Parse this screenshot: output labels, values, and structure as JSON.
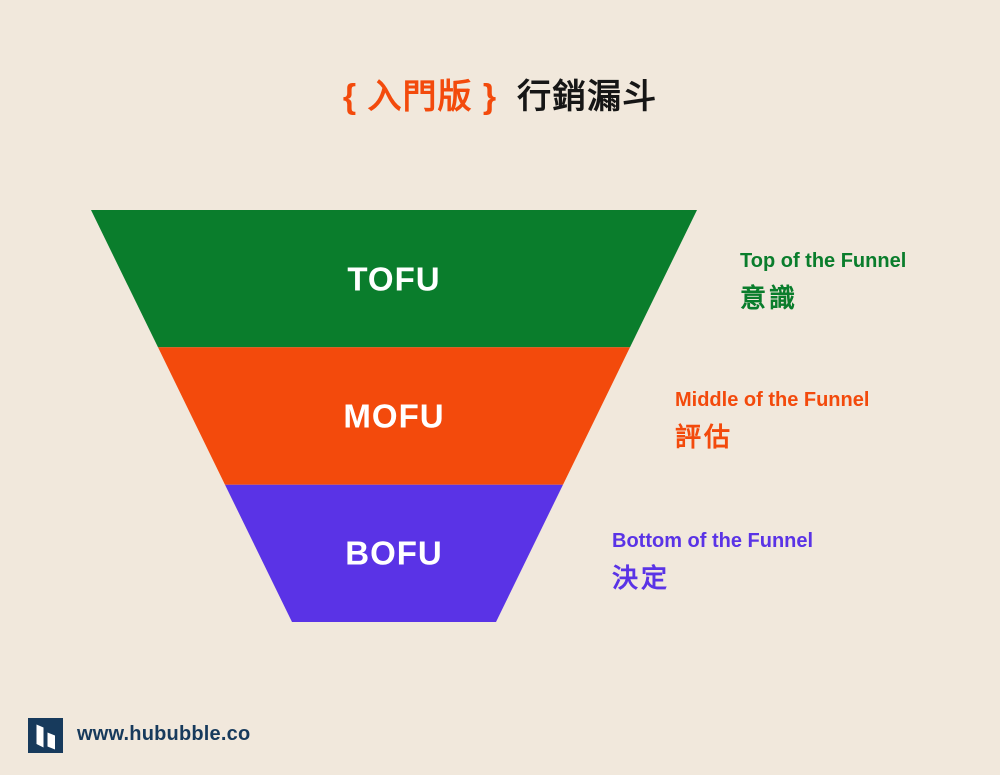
{
  "title": {
    "highlight": "{ 入門版 }",
    "main": "行銷漏斗"
  },
  "funnel": {
    "stages": [
      {
        "abbr": "TOFU",
        "label_en": "Top of the Funnel",
        "label_zh": "意識",
        "color": "#0A7D2C"
      },
      {
        "abbr": "MOFU",
        "label_en": "Middle of the Funnel",
        "label_zh": "評估",
        "color": "#F34A0C"
      },
      {
        "abbr": "BOFU",
        "label_en": "Bottom of the Funnel",
        "label_zh": "決定",
        "color": "#5A33E6"
      }
    ],
    "stage_text_color": "#FFFFFF"
  },
  "footer": {
    "website": "www.hububble.co",
    "brand_color": "#173A5C",
    "logo_glyph_color": "#FFFFFF"
  },
  "colors": {
    "background": "#F1E8DC",
    "title_highlight": "#F34A0C",
    "title_main": "#161616"
  }
}
